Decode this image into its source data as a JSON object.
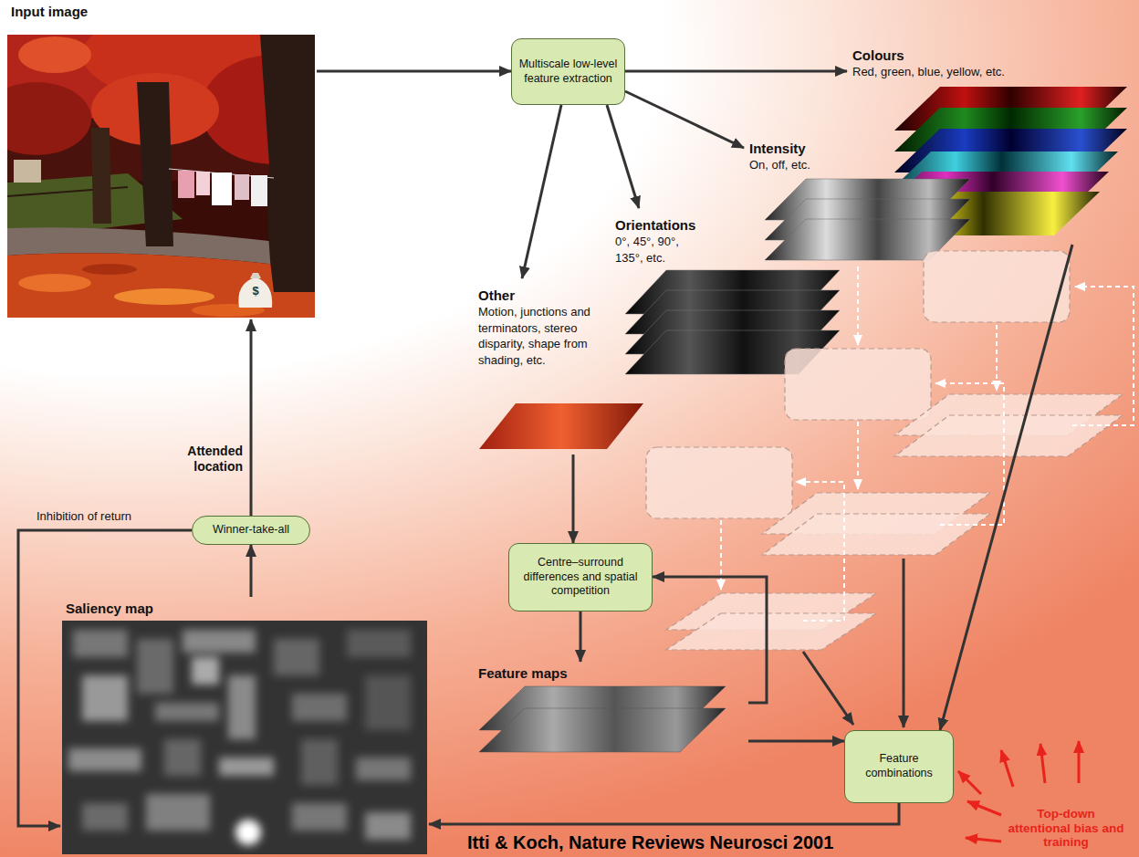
{
  "diagram": {
    "nodes": [
      {
        "text": [
          "Input image"
        ]
      },
      {
        "text": [
          "Multiscale low-level feature extraction"
        ]
      },
      {
        "text": [
          "Colours",
          "Red, green, blue, yellow, etc."
        ]
      },
      {
        "text": [
          "Intensity",
          "On, off, etc."
        ]
      },
      {
        "text": [
          "Orientations",
          "0°, 45°, 90°, 135°, etc."
        ]
      },
      {
        "text": [
          "Other",
          "Motion, junctions and terminators, stereo disparity, shape from shading, etc."
        ]
      },
      {
        "text": [
          "Centre–surround differences and spatial competition"
        ]
      },
      {
        "text": [
          "Winner-take-all"
        ]
      },
      {
        "text": [
          "Saliency map"
        ]
      },
      {
        "text": [
          "Feature maps"
        ]
      },
      {
        "text": [
          "Feature combinations"
        ]
      }
    ],
    "edges": [
      {
        "from": 0,
        "to": 1,
        "arrow": "to"
      },
      {
        "from": 1,
        "to": 2,
        "arrow": "to"
      },
      {
        "from": 1,
        "to": 3,
        "arrow": "to"
      },
      {
        "from": 1,
        "to": 4,
        "arrow": "to"
      },
      {
        "from": 1,
        "to": 5,
        "arrow": "to"
      },
      {
        "from": 5,
        "to": 6,
        "arrow": "to"
      },
      {
        "from": 6,
        "to": 9,
        "arrow": "to"
      },
      {
        "from": 9,
        "to": 6,
        "arrow": "to"
      },
      {
        "from": 9,
        "to": 10,
        "arrow": "to"
      },
      {
        "from": 2,
        "to": 10,
        "arrow": "to"
      },
      {
        "from": 10,
        "to": 8,
        "arrow": "to"
      },
      {
        "from": 8,
        "to": 7,
        "arrow": "to"
      },
      {
        "from": 7,
        "to": 0,
        "label": "Attended location",
        "arrow": "to"
      },
      {
        "from": 7,
        "to": 8,
        "label": "Inhibition of return",
        "arrow": "to"
      }
    ],
    "labels": [
      "$",
      "Top-down attentional bias and training",
      "Itti & Koch, Nature Reviews Neurosci 2001"
    ]
  }
}
